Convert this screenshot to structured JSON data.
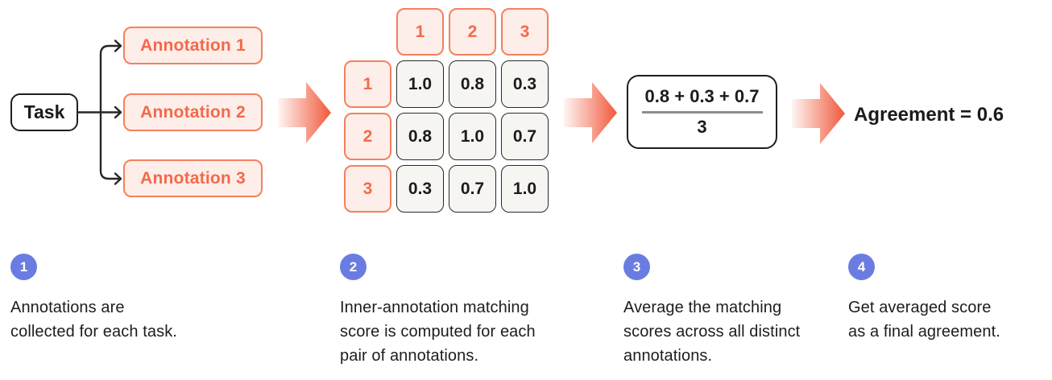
{
  "flow": {
    "task_label": "Task",
    "annotations": [
      "Annotation 1",
      "Annotation 2",
      "Annotation 3"
    ],
    "matrix": {
      "col_headers": [
        "1",
        "2",
        "3"
      ],
      "row_headers": [
        "1",
        "2",
        "3"
      ],
      "cells": [
        [
          "1.0",
          "0.8",
          "0.3"
        ],
        [
          "0.8",
          "1.0",
          "0.7"
        ],
        [
          "0.3",
          "0.7",
          "1.0"
        ]
      ]
    },
    "fraction": {
      "numerator": "0.8 + 0.3 + 0.7",
      "denominator": "3"
    },
    "result_label": "Agreement = 0.6"
  },
  "steps": [
    {
      "number": "1",
      "text": "Annotations are\ncollected for each task."
    },
    {
      "number": "2",
      "text": "Inner-annotation matching\nscore is computed for each\npair of annotations."
    },
    {
      "number": "3",
      "text": "Average the matching\nscores across all distinct\nannotations."
    },
    {
      "number": "4",
      "text": "Get averaged score\nas a final agreement."
    }
  ],
  "colors": {
    "coral_border": "#F5805F",
    "coral_text": "#F4694B",
    "coral_fill": "#FDEEE9",
    "cell_fill": "#F7F5F2",
    "dark": "#1E1E1E",
    "badge_blue": "#6B7CE1",
    "arrow_gradient_start": "#FEF6F3",
    "arrow_gradient_end": "#F1583B",
    "fraction_bar": "#8D8D8D"
  }
}
